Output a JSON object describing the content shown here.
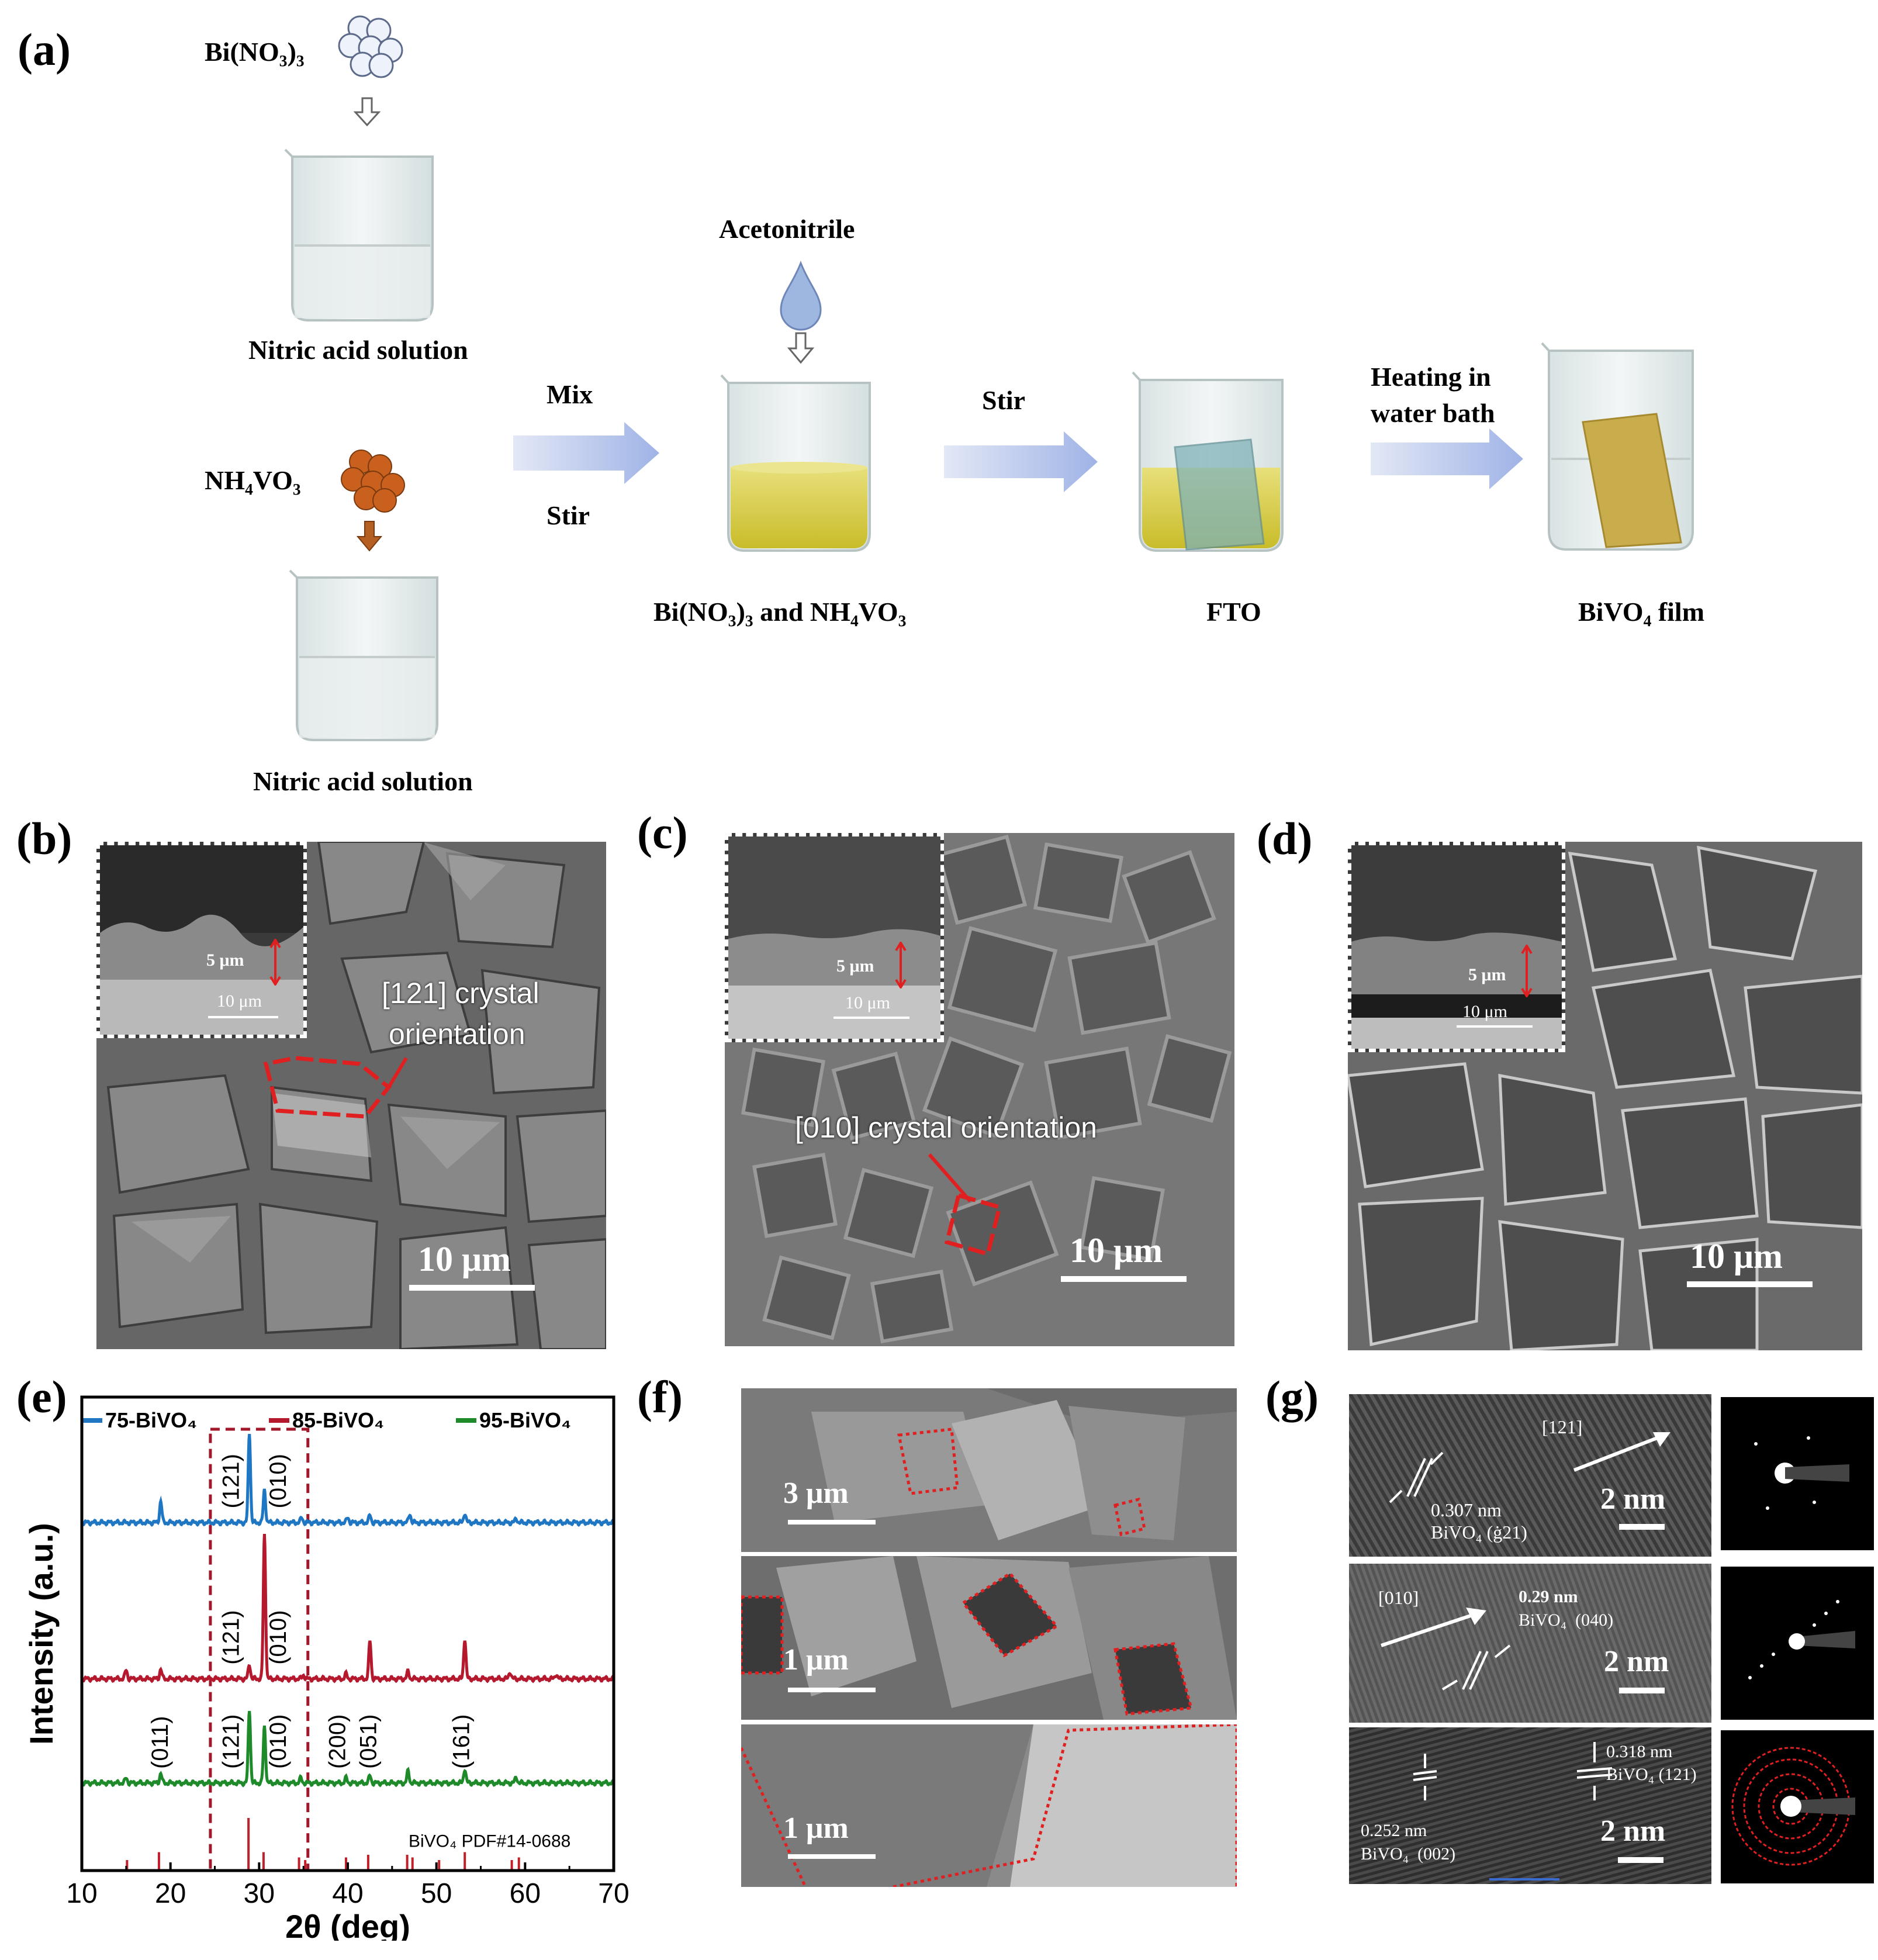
{
  "panels": {
    "a": "(a)",
    "b": "(b)",
    "c": "(c)",
    "d": "(d)",
    "e": "(e)",
    "f": "(f)",
    "g": "(g)"
  },
  "scheme": {
    "reagent_bi": "Bi(NO₃)₃",
    "beaker1_label": "Nitric acid solution",
    "reagent_nh4vo3": "NH₄VO₃",
    "beaker2_label": "Nitric acid solution",
    "arrow1_top": "Mix",
    "arrow1_bottom": "Stir",
    "acetonitrile": "Acetonitrile",
    "mix_label": "Bi(NO₃)₃ and NH₄VO₃",
    "arrow2_top": "Stir",
    "fto_label": "FTO",
    "arrow3_line1": "Heating in",
    "arrow3_line2": "water bath",
    "film_label": "BiVO₄ film"
  },
  "sem": {
    "b": {
      "inset_thickness": "5 μm",
      "inset_scale": "10 μm",
      "annotation_line1": "[121] crystal",
      "annotation_line2": "orientation",
      "scale": "10 μm"
    },
    "c": {
      "inset_thickness": "5 μm",
      "inset_scale": "10 μm",
      "annotation": "[010] crystal orientation",
      "scale": "10 μm"
    },
    "d": {
      "inset_thickness": "5 μm",
      "inset_scale": "10 μm",
      "scale": "10 μm"
    }
  },
  "f": {
    "scale1": "3 μm",
    "scale2": "1 μm",
    "scale3": "1 μm"
  },
  "g": {
    "row1": {
      "direction": "[121]",
      "spacing": "0.307 nm",
      "phase": "BiVO₄ (ġ21)",
      "scale": "2 nm"
    },
    "row2": {
      "direction": "[010]",
      "spacing": "0.29 nm",
      "phase": "BiVO₄  (040)",
      "scale": "2 nm"
    },
    "row3": {
      "spacing_a": "0.318 nm",
      "phase_a": "BiVO₄ (121)",
      "spacing_b": "0.252 nm",
      "phase_b": "BiVO₄  (002)",
      "scale": "2 nm"
    }
  },
  "chart_data": {
    "type": "line",
    "xlabel": "2θ (deg)",
    "ylabel": "Intensity (a.u.)",
    "xlim": [
      10,
      70
    ],
    "xticks": [
      "10",
      "20",
      "30",
      "40",
      "50",
      "60",
      "70"
    ],
    "legend_position": "top",
    "reference_label": "BiVO₄ PDF#14-0688",
    "highlight_range": [
      24.5,
      35.5
    ],
    "series": [
      {
        "name": "75-BiVO₄",
        "color": "#1f77c4",
        "baseline": 0.735,
        "peaks": [
          [
            18.9,
            0.045
          ],
          [
            28.9,
            0.19
          ],
          [
            30.6,
            0.07
          ],
          [
            34.8,
            0.01
          ],
          [
            40.0,
            0.01
          ],
          [
            42.5,
            0.015
          ],
          [
            47.0,
            0.018
          ],
          [
            53.2,
            0.02
          ],
          [
            59.0,
            0.008
          ]
        ]
      },
      {
        "name": "85-BiVO₄",
        "color": "#b5192e",
        "baseline": 0.405,
        "peaks": [
          [
            15.0,
            0.018
          ],
          [
            18.9,
            0.02
          ],
          [
            28.9,
            0.03
          ],
          [
            30.6,
            0.305
          ],
          [
            35.0,
            0.008
          ],
          [
            39.8,
            0.01
          ],
          [
            42.5,
            0.08
          ],
          [
            46.8,
            0.015
          ],
          [
            53.2,
            0.085
          ],
          [
            58.3,
            0.015
          ],
          [
            63.5,
            0.01
          ]
        ]
      },
      {
        "name": "95-BiVO₄",
        "color": "#1f8a2a",
        "baseline": 0.185,
        "peaks": [
          [
            15.0,
            0.01
          ],
          [
            18.9,
            0.02
          ],
          [
            28.9,
            0.155
          ],
          [
            30.6,
            0.12
          ],
          [
            34.7,
            0.01
          ],
          [
            39.8,
            0.01
          ],
          [
            42.5,
            0.015
          ],
          [
            46.8,
            0.025
          ],
          [
            53.2,
            0.03
          ],
          [
            59.0,
            0.012
          ]
        ]
      }
    ],
    "reference_lines": [
      [
        15.1,
        0.2
      ],
      [
        18.7,
        0.35
      ],
      [
        28.8,
        1.0
      ],
      [
        30.5,
        0.35
      ],
      [
        34.5,
        0.25
      ],
      [
        35.2,
        0.2
      ],
      [
        39.8,
        0.25
      ],
      [
        42.3,
        0.3
      ],
      [
        46.7,
        0.3
      ],
      [
        47.3,
        0.25
      ],
      [
        50.3,
        0.2
      ],
      [
        53.2,
        0.35
      ],
      [
        58.5,
        0.2
      ],
      [
        59.3,
        0.25
      ]
    ],
    "annotations": [
      {
        "text": "(121)",
        "series": "75-BiVO₄",
        "x": 27.0
      },
      {
        "text": "(010)",
        "series": "75-BiVO₄",
        "x": 32.3
      },
      {
        "text": "(121)",
        "series": "85-BiVO₄",
        "x": 27.0
      },
      {
        "text": "(010)",
        "series": "85-BiVO₄",
        "x": 32.3
      },
      {
        "text": "(011)",
        "series": "95-BiVO₄",
        "x": 19.0
      },
      {
        "text": "(121)",
        "series": "95-BiVO₄",
        "x": 27.0
      },
      {
        "text": "(010)",
        "series": "95-BiVO₄",
        "x": 32.3
      },
      {
        "text": "(200)",
        "series": "95-BiVO₄",
        "x": 39.0
      },
      {
        "text": "(051)",
        "series": "95-BiVO₄",
        "x": 42.5
      },
      {
        "text": "(161)",
        "series": "95-BiVO₄",
        "x": 53.0
      }
    ]
  }
}
